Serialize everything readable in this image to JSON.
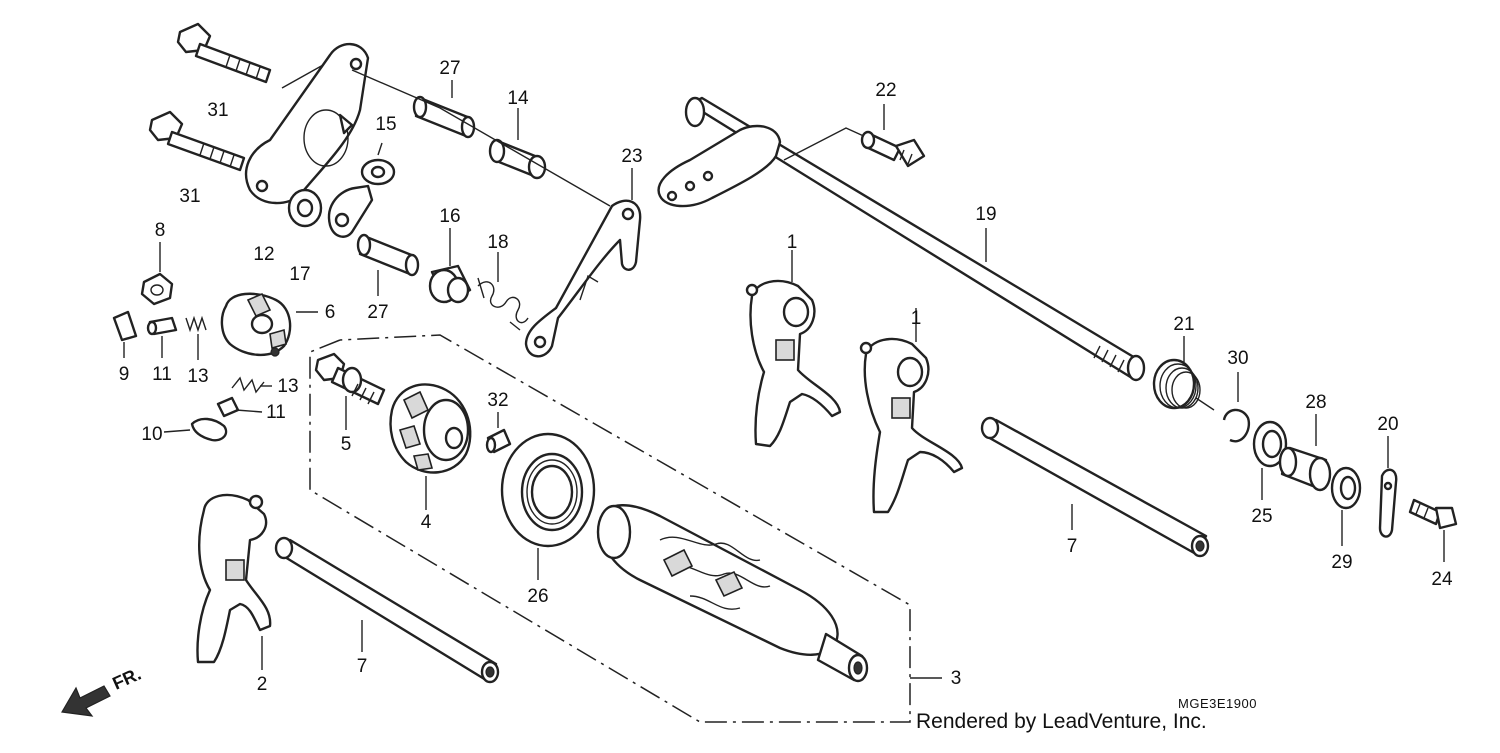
{
  "diagram": {
    "drawing_code": "MGE3E1900",
    "credit": "Rendered by LeadVenture, Inc.",
    "front_arrow_text": "FR.",
    "callouts": [
      "1",
      "1",
      "2",
      "3",
      "4",
      "5",
      "6",
      "7",
      "7",
      "8",
      "9",
      "10",
      "11",
      "11",
      "12",
      "13",
      "13",
      "14",
      "15",
      "16",
      "17",
      "18",
      "19",
      "20",
      "21",
      "22",
      "23",
      "24",
      "25",
      "26",
      "27",
      "27",
      "28",
      "29",
      "30",
      "31",
      "31",
      "32"
    ]
  }
}
